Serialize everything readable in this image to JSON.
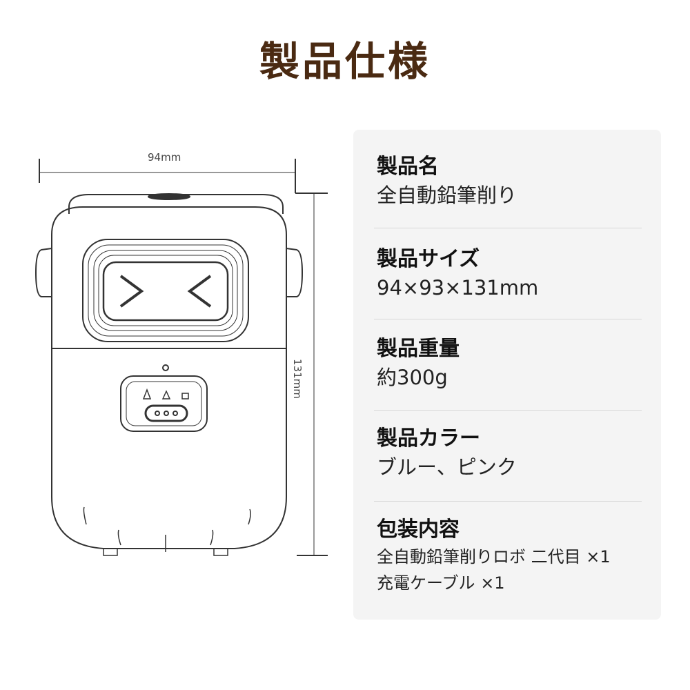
{
  "title": "製品仕様",
  "dimensions": {
    "width_label": "94mm",
    "height_label": "131mm"
  },
  "specs": [
    {
      "heading": "製品名",
      "value": "全自動鉛筆削り"
    },
    {
      "heading": "製品サイズ",
      "value": "94×93×131mm"
    },
    {
      "heading": "製品重量",
      "value": "約300g"
    },
    {
      "heading": "製品カラー",
      "value": "ブルー、ピンク"
    },
    {
      "heading": "包装内容",
      "lines": [
        "全自動鉛筆削りロボ 二代目 ×1",
        "充電ケーブル ×1"
      ]
    }
  ],
  "colors": {
    "title": "#4a2a12",
    "panel": "#f4f4f4"
  }
}
